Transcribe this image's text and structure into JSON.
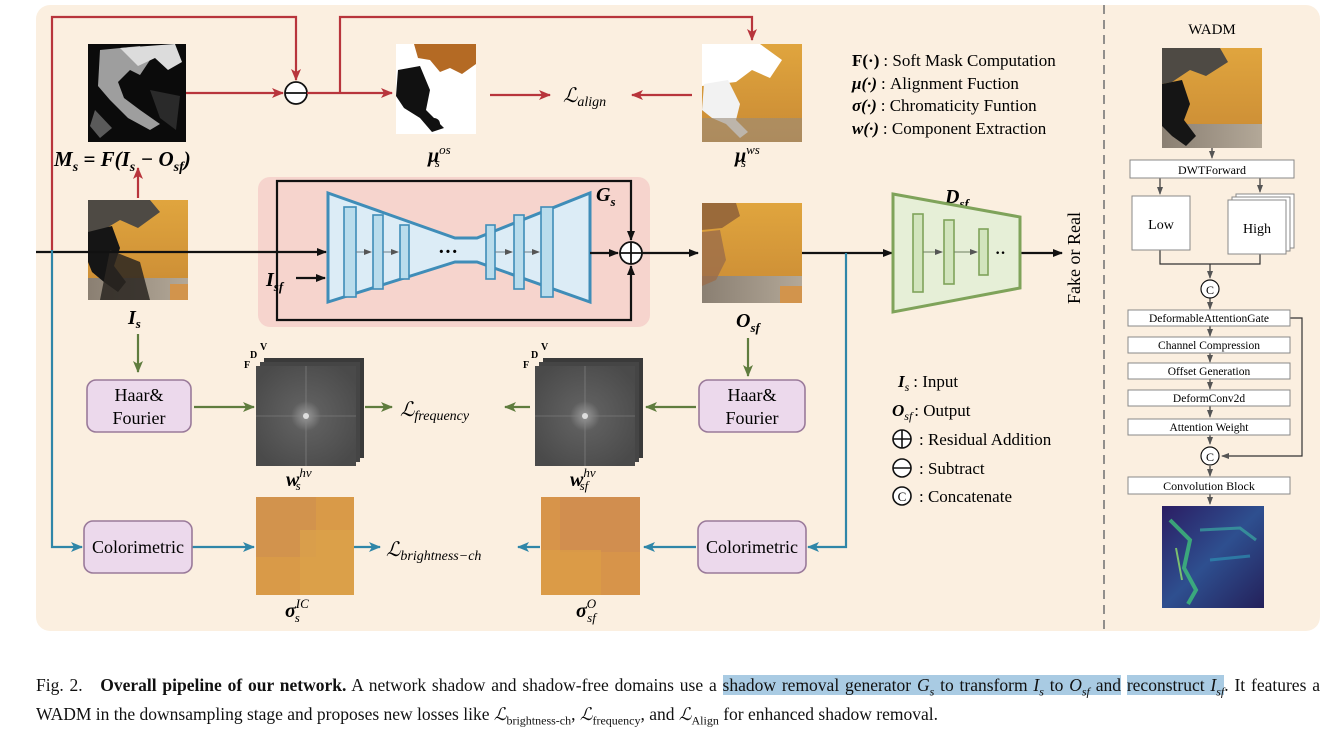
{
  "legend": {
    "items": [
      {
        "sym": "F(·)",
        "desc": ": Soft Mask Computation"
      },
      {
        "sym": "μ(·)",
        "desc": ": Alignment Fuction"
      },
      {
        "sym": "σ(·)",
        "desc": ": Chromaticity Funtion"
      },
      {
        "sym": "w(·)",
        "desc": ": Component Extraction"
      }
    ]
  },
  "legend2": {
    "input_sym": "I",
    "input_sub": "s",
    "input_desc": ": Input",
    "output_sym": "O",
    "output_sub": "sf",
    "output_desc": ": Output",
    "residual_desc": ": Residual Addition",
    "subtract_desc": ": Subtract",
    "concat_desc": ": Concatenate"
  },
  "labels": {
    "mask_eq": "M",
    "mask_eq_sub": "s",
    "mask_eq_rest": " = F(I",
    "mask_eq_rest_sub": "s",
    "mask_eq_minus": " − O",
    "mask_eq_minus_sub": "sf",
    "mask_eq_close": ")",
    "mu_os": "μ",
    "mu_os_sup": "os",
    "mu_os_sub": "s",
    "mu_ws": "μ",
    "mu_ws_sup": "ws",
    "mu_ws_sub": "s",
    "l_align": "ℒ",
    "l_align_sub": "align",
    "gen": "G",
    "gen_sub": "s",
    "isf": "I",
    "isf_sub": "sf",
    "is": "I",
    "is_sub": "s",
    "osf": "O",
    "osf_sub": "sf",
    "dsf": "D",
    "dsf_sub": "sf",
    "fake_real": "Fake or Real",
    "haar_left": "Haar&",
    "fourier_left": "Fourier",
    "haar_right": "Haar&",
    "fourier_right": "Fourier",
    "w_s": "w",
    "w_s_sup": "hv",
    "w_s_sub": "s",
    "w_sf": "w",
    "w_sf_sup": "hv",
    "w_sf_sub": "sf",
    "l_freq": "ℒ",
    "l_freq_sub": "frequency",
    "colorimetric_left": "Colorimetric",
    "colorimetric_right": "Colorimetric",
    "sigma_s": "σ",
    "sigma_s_sup": "IC",
    "sigma_s_sub": "s",
    "sigma_sf": "σ",
    "sigma_sf_sup": "O",
    "sigma_sf_sub": "sf",
    "l_bright": "ℒ",
    "l_bright_sub": "brightness−ch",
    "dots": "···",
    "fdv_d": "D",
    "fdv_v": "V",
    "fdv_f": "F"
  },
  "wadm": {
    "title": "WADM",
    "dwt": "DWTForward",
    "low": "Low",
    "high": "High",
    "concat": "C",
    "steps": [
      "DeformableAttentionGate",
      "Channel  Compression",
      "Offset  Generation",
      "DeformConv2d",
      "Attention  Weight"
    ],
    "conv": "Convolution  Block"
  },
  "caption": {
    "fig": "Fig. 2.",
    "title": "Overall pipeline of our network.",
    "t1": " A network shadow and shadow-free domains use a ",
    "h1": "shadow removal generator ",
    "gs": "G",
    "gs_sub": "s",
    "h2": " to transform ",
    "is": "I",
    "is_sub": "s",
    "h3": " to ",
    "osf": "O",
    "osf_sub": "sf",
    "h4": " and",
    "h5": "reconstruct ",
    "isf": "I",
    "isf_sub": "sf",
    "t2": ". It features a WADM in the downsampling stage and proposes new losses like ",
    "l1": "ℒ",
    "l1_sub": "brightness-ch",
    "t3": ", ",
    "l2": "ℒ",
    "l2_sub": "frequency",
    "t4": ", and ",
    "l3": "ℒ",
    "l3_sub": "Align",
    "t5": " for enhanced shadow",
    "t6": "removal."
  },
  "colors": {
    "panel_bg": "#fbefe0",
    "gen_bg": "#f6d4cd",
    "unet_fill": "#dcecf6",
    "unet_stroke": "#3f8db8",
    "disc_fill": "#e6efd7",
    "disc_stroke": "#7fa35a",
    "purple_box": "#ecd9ec",
    "red_arrow": "#b8353c",
    "blue_arrow": "#2f86a8",
    "green_arrow": "#5f7c3e",
    "wall": "#d89a3a"
  }
}
